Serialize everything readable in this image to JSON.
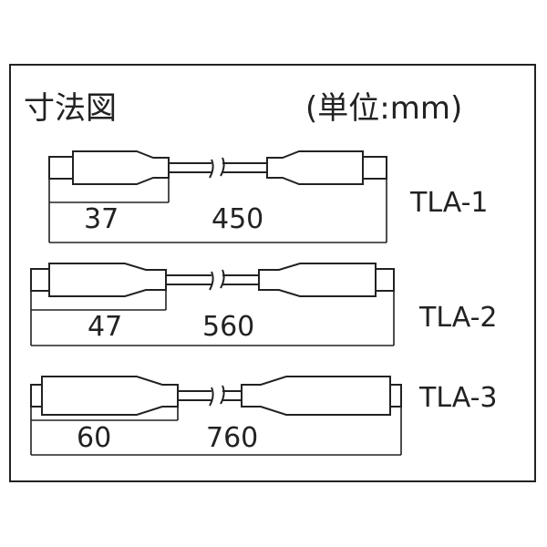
{
  "title": "寸法図",
  "unit_label": "(単位:mm)",
  "cables": [
    {
      "model": "TLA-1",
      "connector_length": "37",
      "total_length": "450"
    },
    {
      "model": "TLA-2",
      "connector_length": "47",
      "total_length": "560"
    },
    {
      "model": "TLA-3",
      "connector_length": "60",
      "total_length": "760"
    }
  ]
}
